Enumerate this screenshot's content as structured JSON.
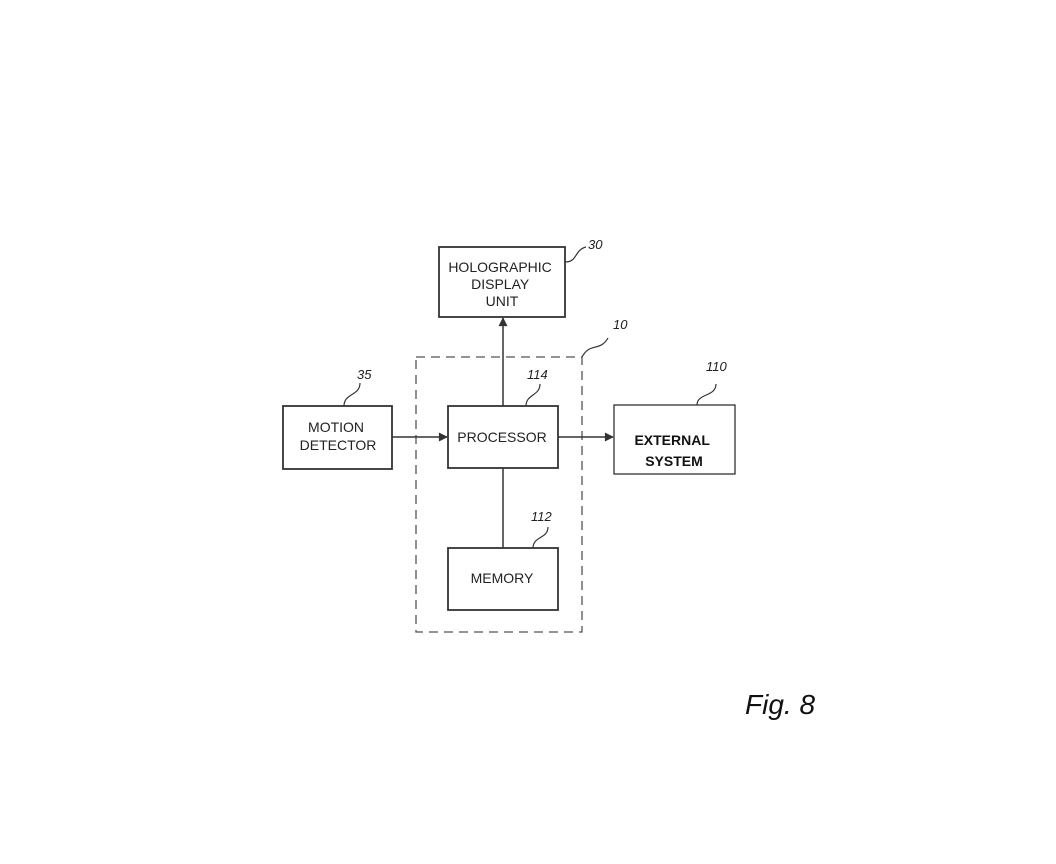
{
  "holographic": {
    "lines": [
      "HOLOGRAPHIC",
      "DISPLAY",
      "UNIT"
    ],
    "ref": "30"
  },
  "system": {
    "ref": "10"
  },
  "motion": {
    "lines": [
      "MOTION",
      "DETECTOR"
    ],
    "ref": "35"
  },
  "processor": {
    "label": "PROCESSOR",
    "ref": "114"
  },
  "external": {
    "lines": [
      "EXTERNAL",
      "SYSTEM"
    ],
    "ref": "110"
  },
  "memory": {
    "label": "MEMORY",
    "ref": "112"
  },
  "figure_label": "Fig. 8"
}
